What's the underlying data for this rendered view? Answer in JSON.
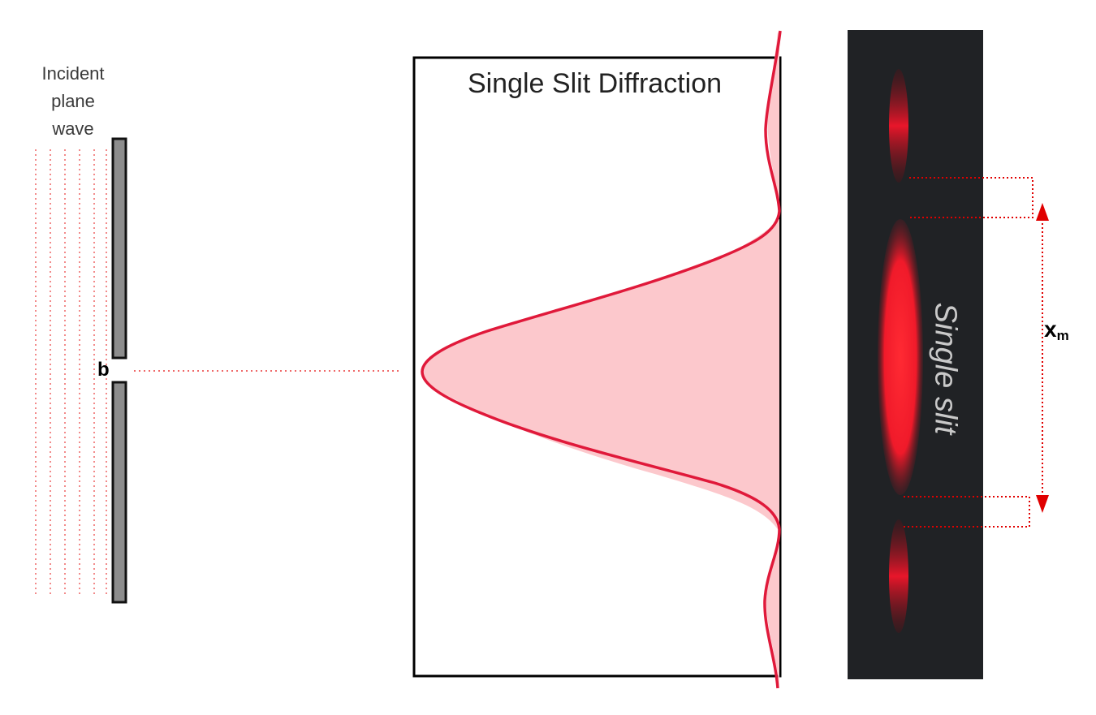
{
  "slit_diagram": {
    "incident_label_lines": [
      "Incident",
      "plane",
      "wave"
    ],
    "slit_width_label": "b"
  },
  "pattern": {
    "title": "Single Slit Diffraction",
    "curve_color": "#e0193a",
    "fill_color": "#fcc8cc"
  },
  "photo": {
    "caption": "Single slit",
    "background": "#202225",
    "fringe_color": "#ff1a2a"
  },
  "width_marker": {
    "label": "x",
    "subscript": "m",
    "color": "#e00000"
  }
}
